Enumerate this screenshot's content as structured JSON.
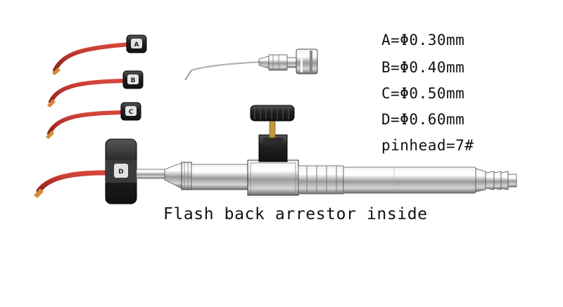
{
  "specs": {
    "a": "A=Φ0.30mm",
    "b": "B=Φ0.40mm",
    "c": "C=Φ0.50mm",
    "d": "D=Φ0.60mm",
    "pinhead": "pinhead=7#"
  },
  "caption": "Flash back arrestor inside",
  "tips": {
    "a": "A",
    "b": "B",
    "c": "C",
    "d": "D"
  },
  "colors": {
    "copper": "#b5322a",
    "steel": "#c9c9c9",
    "dark": "#1c1c1c"
  }
}
